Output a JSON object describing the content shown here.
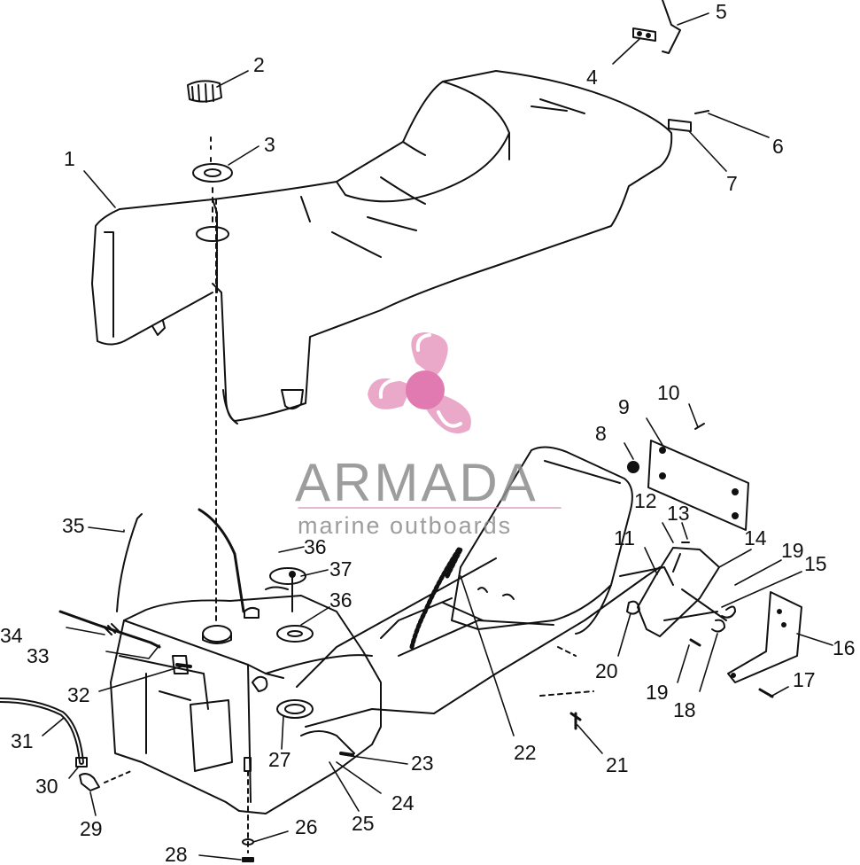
{
  "diagram": {
    "line_color": "#111111",
    "background": "#ffffff",
    "callouts": [
      "1",
      "2",
      "3",
      "4",
      "5",
      "6",
      "7",
      "8",
      "9",
      "10",
      "11",
      "12",
      "13",
      "14",
      "15",
      "16",
      "17",
      "18",
      "19",
      "19",
      "20",
      "21",
      "22",
      "23",
      "24",
      "25",
      "26",
      "27",
      "28",
      "29",
      "30",
      "31",
      "32",
      "33",
      "34",
      "35",
      "36",
      "36",
      "37"
    ]
  },
  "watermark": {
    "name": "ARMADA",
    "tagline": "marine outboards",
    "logo_icon": "propeller-icon",
    "logo_color": "#e89ac0",
    "text_color": "#8c8c8c"
  }
}
